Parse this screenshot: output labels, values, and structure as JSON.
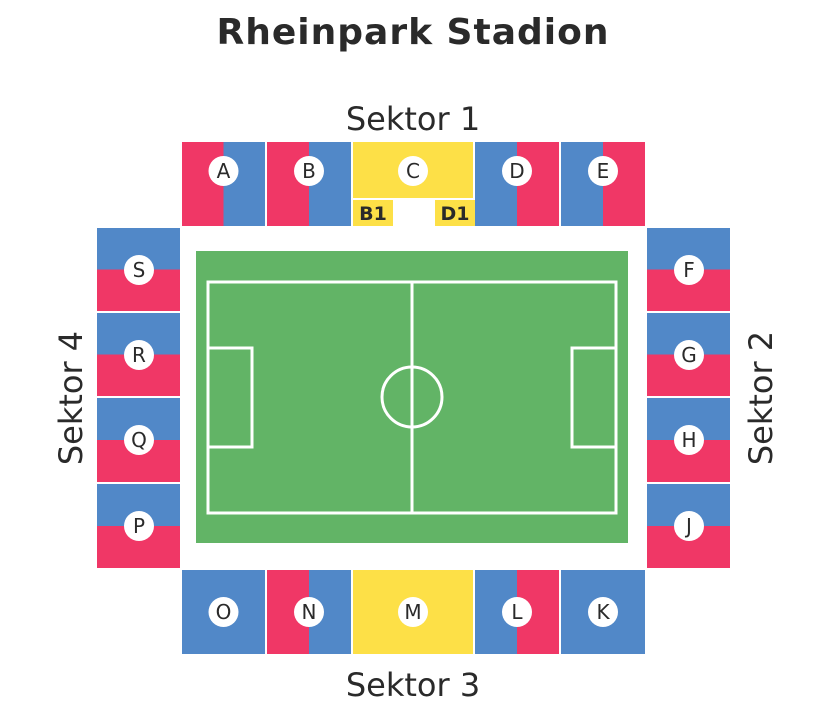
{
  "title": "Rheinpark Stadion",
  "sectors": {
    "north": "Sektor 1",
    "east": "Sektor 2",
    "south": "Sektor 3",
    "west": "Sektor 4"
  },
  "colors": {
    "red": "#f03766",
    "blue": "#5188c8",
    "yellow": "#fde047",
    "pitch": "#62b466",
    "line": "#ffffff",
    "text": "#2a2a2a",
    "background": "#ffffff"
  },
  "blocks": {
    "north": [
      {
        "label": "A",
        "colors": [
          "red",
          "blue"
        ]
      },
      {
        "label": "B",
        "colors": [
          "red",
          "blue"
        ]
      },
      {
        "label": "C",
        "colors": [
          "yellow"
        ]
      },
      {
        "label": "D",
        "colors": [
          "blue",
          "red"
        ]
      },
      {
        "label": "E",
        "colors": [
          "blue",
          "red"
        ]
      }
    ],
    "north_sub": [
      {
        "label": "B1",
        "color": "yellow"
      },
      {
        "label": "D1",
        "color": "yellow"
      }
    ],
    "south": [
      {
        "label": "O",
        "colors": [
          "blue"
        ]
      },
      {
        "label": "N",
        "colors": [
          "red",
          "blue"
        ]
      },
      {
        "label": "M",
        "colors": [
          "yellow"
        ]
      },
      {
        "label": "L",
        "colors": [
          "blue",
          "red"
        ]
      },
      {
        "label": "K",
        "colors": [
          "blue"
        ]
      }
    ],
    "west": [
      {
        "label": "S",
        "colors": [
          "blue",
          "red"
        ]
      },
      {
        "label": "R",
        "colors": [
          "blue",
          "red"
        ]
      },
      {
        "label": "Q",
        "colors": [
          "blue",
          "red"
        ]
      },
      {
        "label": "P",
        "colors": [
          "blue",
          "red"
        ]
      }
    ],
    "east": [
      {
        "label": "F",
        "colors": [
          "blue",
          "red"
        ]
      },
      {
        "label": "G",
        "colors": [
          "blue",
          "red"
        ]
      },
      {
        "label": "H",
        "colors": [
          "blue",
          "red"
        ]
      },
      {
        "label": "J",
        "colors": [
          "blue",
          "red"
        ]
      }
    ]
  }
}
